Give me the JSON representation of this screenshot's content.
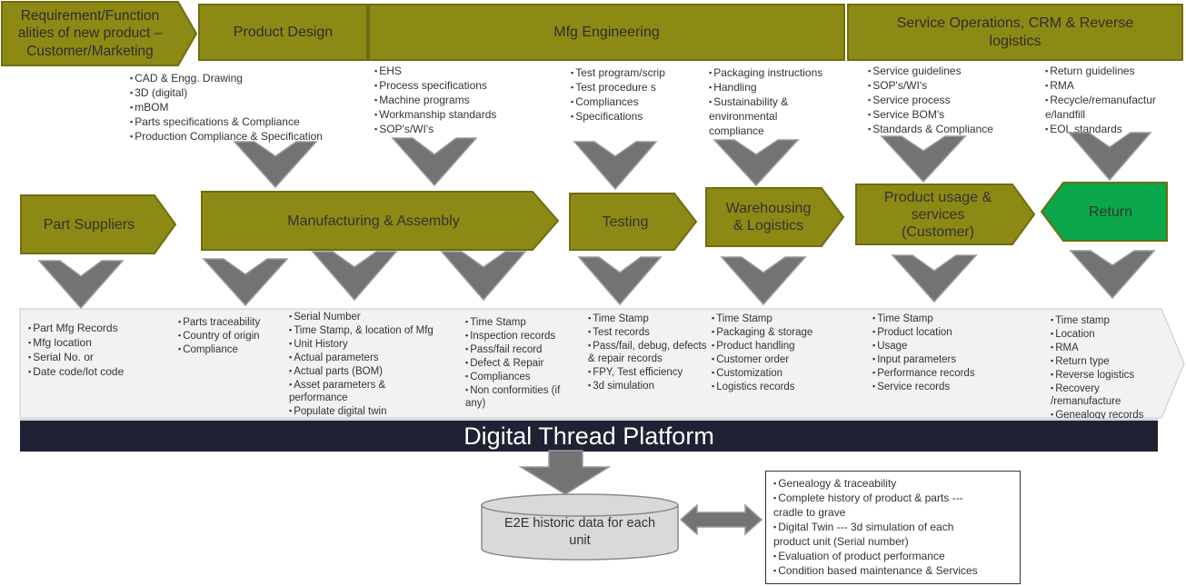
{
  "top": {
    "requirement": "Requirement/Functionalities of new product – Customer/Marketing",
    "requirement_lines": [
      "Requirement/Function",
      "alities of new product –",
      "Customer/Marketing"
    ],
    "product_design": "Product Design",
    "mfg_engineering": "Mfg Engineering",
    "service_ops_lines": [
      "Service Operations, CRM & Reverse",
      "logistics"
    ]
  },
  "top_lists": {
    "product_design": [
      "CAD & Engg. Drawing",
      "3D (digital)",
      "mBOM",
      "Parts specifications & Compliance",
      "Production Compliance & Specification"
    ],
    "mfg_eng": [
      "EHS",
      "Process specifications",
      "Machine programs",
      "Workmanship standards",
      "SOP's/WI's"
    ],
    "test_eng": [
      "Test program/scrip",
      "Test procedure s",
      "Compliances",
      "Specifications"
    ],
    "packaging": [
      "Packaging instructions",
      "Handling",
      "Sustainability &",
      "environmental",
      "compliance"
    ],
    "service": [
      "Service guidelines",
      "SOP's/WI's",
      "Service process",
      "Service BOM's",
      "Standards & Compliance"
    ],
    "return": [
      "Return guidelines",
      "RMA",
      "Recycle/remanufactur",
      "e/landfill",
      "EOL standards"
    ]
  },
  "stages": {
    "part_suppliers": "Part Suppliers",
    "manufacturing": "Manufacturing & Assembly",
    "testing": "Testing",
    "warehousing_lines": [
      "Warehousing",
      "& Logistics"
    ],
    "product_usage_lines": [
      "Product usage &",
      "services",
      "(Customer)"
    ],
    "return": "Return"
  },
  "records": {
    "part_suppliers": [
      "Part Mfg Records",
      "Mfg location",
      "Serial No. or",
      "Date code/lot code"
    ],
    "mfg_parts": [
      "Parts traceability",
      "Country of origin",
      "Compliance"
    ],
    "mfg_serial": [
      "Serial Number",
      "Time Stamp, & location of Mfg",
      "Unit History",
      "Actual parameters",
      "Actual parts (BOM)",
      "Asset parameters &",
      "performance",
      "Populate digital twin"
    ],
    "mfg_inspection": [
      "Time Stamp",
      "Inspection records",
      "Pass/fail record",
      "Defect & Repair",
      "Compliances",
      "Non conformities (if",
      "any)"
    ],
    "testing": [
      "Time Stamp",
      "Test records",
      "Pass/fail, debug, defects",
      "& repair records",
      "FPY, Test efficiency",
      "3d simulation"
    ],
    "warehousing": [
      "Time Stamp",
      "Packaging & storage",
      "Product handling",
      "Customer order",
      "Customization",
      "Logistics records"
    ],
    "usage": [
      "Time Stamp",
      "Product location",
      "Usage",
      "Input parameters",
      "Performance records",
      "Service records"
    ],
    "return": [
      "Time stamp",
      "Location",
      "RMA",
      "Return type",
      "Reverse logistics",
      "Recovery",
      "/remanufacture",
      "Genealogy records"
    ]
  },
  "platform": "Digital Thread Platform",
  "database_lines": [
    "E2E historic data for each",
    "unit"
  ],
  "benefits": [
    "Genealogy & traceability",
    "Complete history  of product & parts ---",
    "cradle to grave",
    "Digital Twin --- 3d simulation of each",
    "product unit (Serial number)",
    "Evaluation of product performance",
    "Condition based maintenance  & Services"
  ],
  "colors": {
    "olive": "#8c8a14",
    "olive_dark": "#6e6d12",
    "green": "#0aa84a",
    "chevron": "#737373",
    "platform": "#1e2232",
    "band": "#f2f2f2"
  }
}
